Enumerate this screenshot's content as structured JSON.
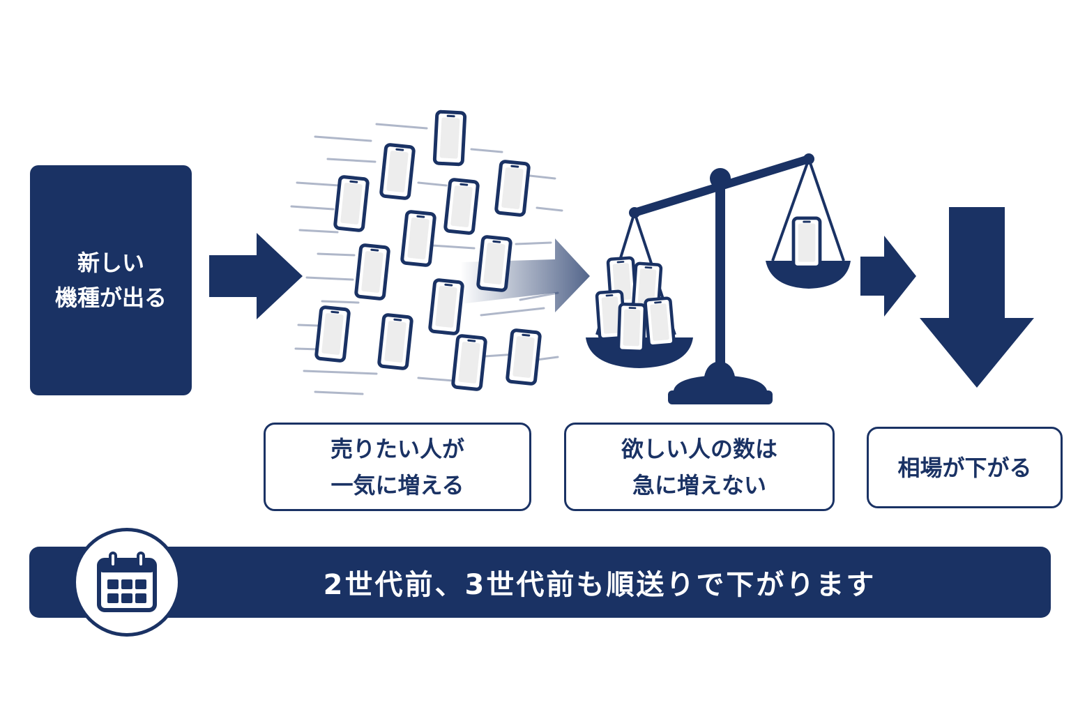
{
  "colors": {
    "navy": "#1a3264",
    "phone_screen": "#ededed",
    "background": "#ffffff"
  },
  "start_box": {
    "lines": [
      "新しい",
      "機種が出る"
    ]
  },
  "captions": [
    {
      "lines": [
        "売りたい人が",
        "一気に増える"
      ]
    },
    {
      "lines": [
        "欲しい人の数は",
        "急に増えない"
      ]
    },
    {
      "lines": [
        "相場が下がる"
      ]
    }
  ],
  "bottom_bar": {
    "text": "2世代前、3世代前も順送りで下がります",
    "icon": "calendar-icon"
  },
  "illustrations": {
    "flying_phones": "smartphone-icon",
    "balance": "balance-scale-icon",
    "down_arrow": "arrow-down-icon"
  }
}
